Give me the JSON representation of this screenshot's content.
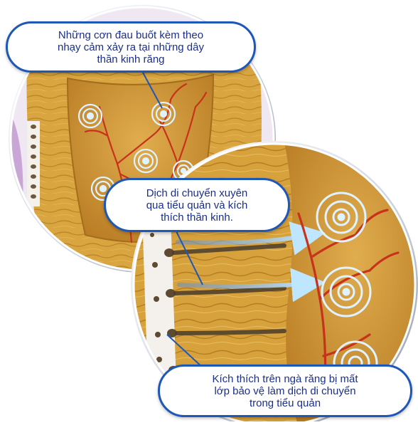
{
  "callouts": {
    "nerve_pain": "Những cơn đau buốt kèm theo\nnhạy cảm xảy ra tại những dây\nthần kinh răng",
    "fluid_moves": "Dịch di chuyển xuyên\nqua tiểu quản và kích\nthích thần kinh.",
    "stimulus": "Kích thích trên ngà răng bị mất\nlớp bảo vệ làm dịch di chuyển\ntrong tiểu quản"
  },
  "colors": {
    "callout_border": "#1d57b8",
    "callout_text": "#1a2f8a",
    "dentin": "#d8a540",
    "pulp": "#c98f2e",
    "nerve": "#c8321c",
    "arrow": "#9fd2f2",
    "ring": "#dff2ff",
    "enamel_purple": "#c9a6d6"
  },
  "icons": [
    "nerve-signal-icon",
    "fluid-flow-arrow-icon"
  ]
}
